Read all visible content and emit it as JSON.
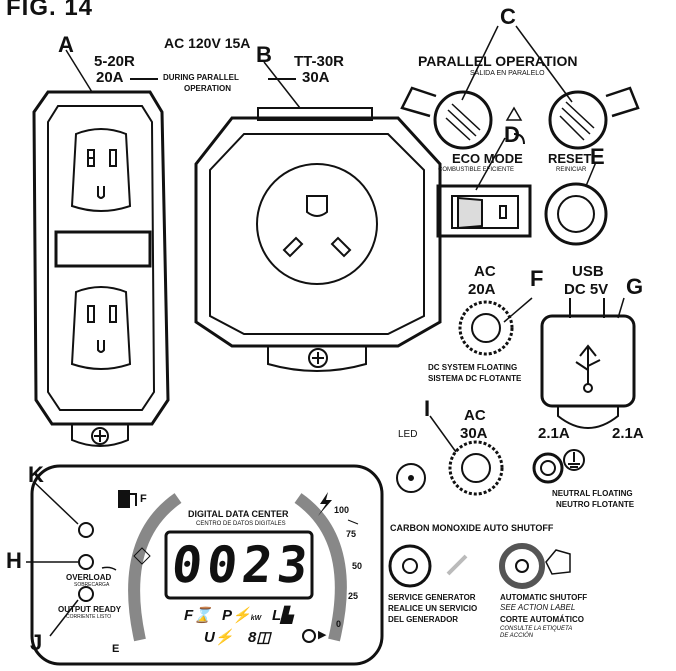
{
  "figure": {
    "title": "FIG. 14"
  },
  "callouts": {
    "a": "A",
    "b": "B",
    "c": "C",
    "d": "D",
    "e": "E",
    "f": "F",
    "g": "G",
    "h": "H",
    "i": "I",
    "j": "J",
    "k": "K"
  },
  "top_labels": {
    "ac_rating": "AC 120V 15A",
    "outlet_520_model": "5-20R",
    "outlet_520_amps": "20A",
    "parallel_note_1": "DURING PARALLEL",
    "parallel_note_2": "OPERATION",
    "outlet_tt30_model": "TT-30R",
    "outlet_tt30_amps": "30A"
  },
  "panel_controls": {
    "parallel_operation": "PARALLEL OPERATION",
    "parallel_operation_es": "SALIDA EN PARALELO",
    "eco_mode": "ECO MODE",
    "eco_mode_es": "COMBUSTIBLE EFICIENTE",
    "reset": "RESET",
    "reset_es": "REINICIAR",
    "ac_20a_1": "AC",
    "ac_20a_2": "20A",
    "usb_1": "USB",
    "usb_2": "DC 5V",
    "dc_floating_1": "DC SYSTEM FLOATING",
    "dc_floating_2": "SISTEMA DC FLOTANTE",
    "led": "LED",
    "ac_30a_1": "AC",
    "ac_30a_2": "30A",
    "usb_left_amps": "2.1A",
    "usb_right_amps": "2.1A",
    "neutral_floating_1": "NEUTRAL FLOATING",
    "neutral_floating_2": "NEUTRO FLOTANTE"
  },
  "data_center": {
    "title": "DIGITAL DATA CENTER",
    "title_es": "CENTRO DE DATOS DIGITALES",
    "reading": "0023",
    "fuel_full": "F",
    "fuel_empty": "E",
    "load_100": "100",
    "load_75": "75",
    "load_50": "50",
    "load_25": "25",
    "load_0": "0",
    "overload": "OVERLOAD",
    "overload_es": "SOBRECARGA",
    "output_ready": "OUTPUT READY",
    "output_ready_es": "CORRIENTE LISTO",
    "icons": [
      "fuel-pump-icon",
      "oil-can-icon",
      "hourglass-icon",
      "power-kw-icon",
      "fuel-gauge-icon",
      "voltage-icon",
      "hz-icon",
      "select-arrow-icon"
    ]
  },
  "co_section": {
    "heading": "CARBON MONOXIDE AUTO SHUTOFF",
    "service_1": "SERVICE GENERATOR",
    "service_2": "REALICE UN SERVICIO",
    "service_3": "DEL GENERADOR",
    "auto_1": "AUTOMATIC SHUTOFF",
    "auto_2": "SEE ACTION LABEL",
    "auto_3": "CORTE AUTOMÁTICO",
    "auto_4": "CONSULTE LA ETIQUETA",
    "auto_5": "DE ACCIÓN"
  }
}
